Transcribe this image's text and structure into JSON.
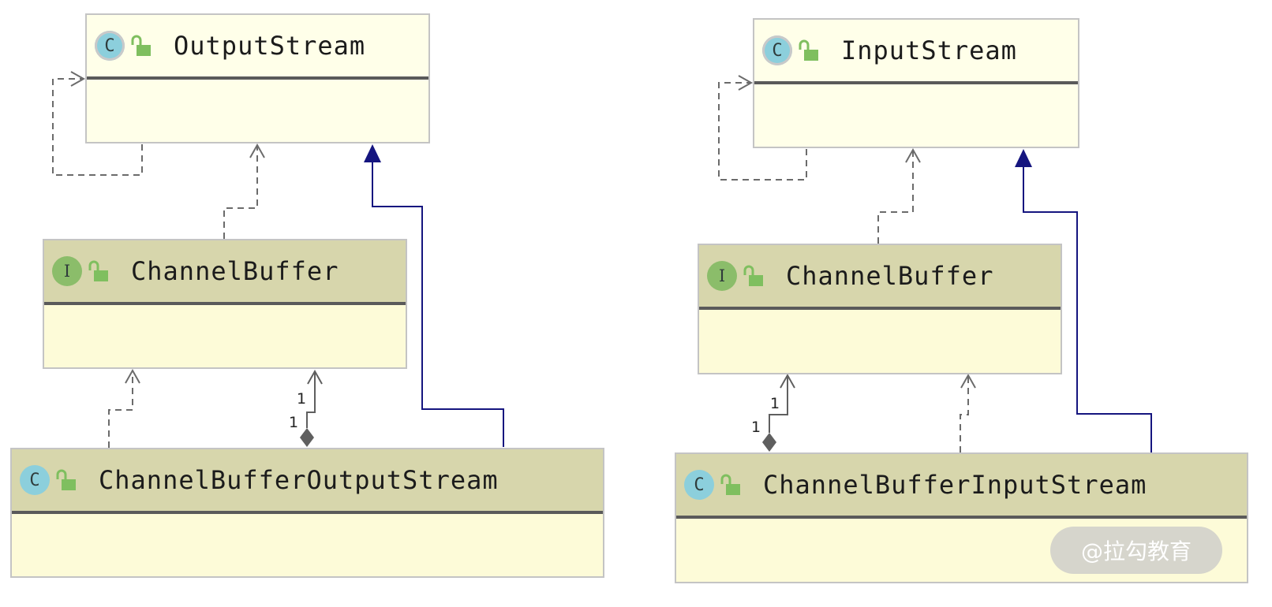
{
  "diagram": {
    "boxes": [
      {
        "key": "output_stream",
        "name": "OutputStream",
        "kind": "abstract-class",
        "kind_letter": "C"
      },
      {
        "key": "channel_buffer_left",
        "name": "ChannelBuffer",
        "kind": "interface",
        "kind_letter": "I"
      },
      {
        "key": "channel_buffer_output_stream",
        "name": "ChannelBufferOutputStream",
        "kind": "class",
        "kind_letter": "C"
      },
      {
        "key": "input_stream",
        "name": "InputStream",
        "kind": "abstract-class",
        "kind_letter": "C"
      },
      {
        "key": "channel_buffer_right",
        "name": "ChannelBuffer",
        "kind": "interface",
        "kind_letter": "I"
      },
      {
        "key": "channel_buffer_input_stream",
        "name": "ChannelBufferInputStream",
        "kind": "class",
        "kind_letter": "C"
      }
    ],
    "relations": [
      {
        "from": "output_stream",
        "to": "output_stream",
        "type": "dependency"
      },
      {
        "from": "channel_buffer_left",
        "to": "output_stream",
        "type": "dependency"
      },
      {
        "from": "channel_buffer_output_stream",
        "to": "output_stream",
        "type": "inheritance"
      },
      {
        "from": "channel_buffer_output_stream",
        "to": "channel_buffer_left",
        "type": "dependency"
      },
      {
        "from": "channel_buffer_output_stream",
        "to": "channel_buffer_left",
        "type": "composition",
        "source_multiplicity": "1",
        "target_multiplicity": "1"
      },
      {
        "from": "input_stream",
        "to": "input_stream",
        "type": "dependency"
      },
      {
        "from": "channel_buffer_right",
        "to": "input_stream",
        "type": "dependency"
      },
      {
        "from": "channel_buffer_input_stream",
        "to": "input_stream",
        "type": "inheritance"
      },
      {
        "from": "channel_buffer_input_stream",
        "to": "channel_buffer_right",
        "type": "dependency"
      },
      {
        "from": "channel_buffer_input_stream",
        "to": "channel_buffer_right",
        "type": "composition",
        "source_multiplicity": "1",
        "target_multiplicity": "1"
      }
    ],
    "colors": {
      "inheritance": "#15157f",
      "dependency": "#6b6b6b",
      "composition": "#5f5f5f",
      "class_header": "#d7d6ac",
      "class_body": "#fdfbd8",
      "abstract_body": "#ffffe9",
      "class_icon": "#8ccfdc",
      "interface_icon": "#8bbd6a",
      "lock_icon": "#7fbf5f"
    }
  },
  "watermark": {
    "text": "@拉勾教育"
  }
}
